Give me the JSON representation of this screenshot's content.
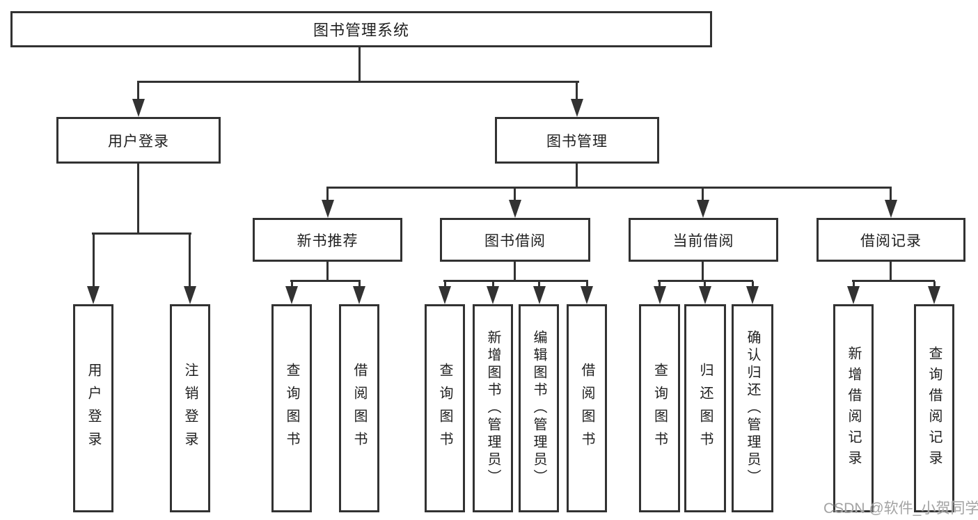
{
  "colors": {
    "line": "#323232",
    "text": "#1f1f1f",
    "background": "#ffffff",
    "watermark": "#a3a3a3"
  },
  "watermark": {
    "text": "CSDN @软件_小贺同学"
  },
  "tree": {
    "root": {
      "label": "图书管理系统"
    },
    "level2": [
      {
        "label": "用户登录",
        "children": [
          {
            "label": "用户登录"
          },
          {
            "label": "注销登录"
          }
        ]
      },
      {
        "label": "图书管理",
        "children": [
          {
            "label": "新书推荐",
            "children": [
              {
                "label": "查询图书"
              },
              {
                "label": "借阅图书"
              }
            ]
          },
          {
            "label": "图书借阅",
            "children": [
              {
                "label": "查询图书"
              },
              {
                "label": "新增图书（管理员）"
              },
              {
                "label": "编辑图书（管理员）"
              },
              {
                "label": "借阅图书"
              }
            ]
          },
          {
            "label": "当前借阅",
            "children": [
              {
                "label": "查询图书"
              },
              {
                "label": "归还图书"
              },
              {
                "label": "确认归还（管理员）"
              }
            ]
          },
          {
            "label": "借阅记录",
            "children": [
              {
                "label": "新增借阅记录"
              },
              {
                "label": "查询借阅记录"
              }
            ]
          }
        ]
      }
    ]
  }
}
